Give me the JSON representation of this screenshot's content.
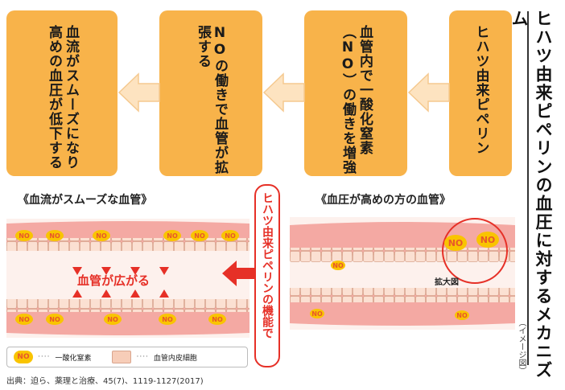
{
  "title": "ヒハツ由来ピペリンの血圧に対するメカニズム",
  "image_note": "（イメージ図）",
  "flow_steps": [
    "ヒハツ由来ピペリン",
    "血管内で一酸化窒素（NO）の働きを増強",
    "NOの働きで血管が拡張する",
    "血流がスムーズになり高めの血圧が低下する"
  ],
  "section_left_heading": "《血流がスムーズな血管》",
  "section_right_heading": "《血圧が高めの方の血管》",
  "function_label": "ヒハツ由来ピペリンの機能で",
  "dilate_label": "血管が広がる",
  "expand_label": "拡大図",
  "no_label": "NO",
  "legend": {
    "no_badge": "NO",
    "no_desc": "一酸化窒素",
    "cell_desc": "血管内皮細胞"
  },
  "source": "出典：迫ら、薬理と治療、45(7)、1119-1127(2017)",
  "colors": {
    "step_box": "#f8b34a",
    "arrow": "#fde3c0",
    "accent_red": "#e63027",
    "vessel_wall": "#f4a9a3",
    "no_yellow": "#f9c400"
  }
}
